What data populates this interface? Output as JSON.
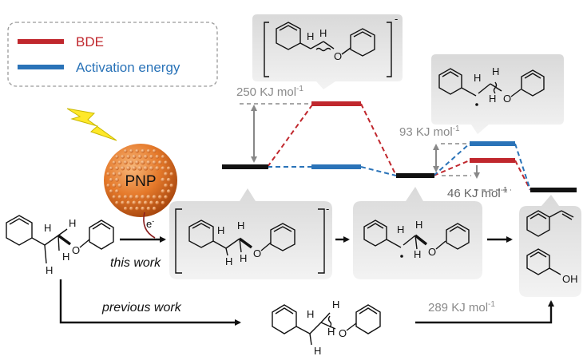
{
  "legend": {
    "items": [
      {
        "label": "BDE",
        "color": "#c0272d"
      },
      {
        "label": "Activation energy",
        "color": "#2a73b8"
      }
    ]
  },
  "energies": {
    "barrier_1": "250 KJ mol",
    "barrier_2": "93 KJ mol",
    "barrier_3": "46 KJ mol",
    "previous": "289 KJ mol",
    "superscript": "-1"
  },
  "labels": {
    "catalyst": "PNP",
    "electron": "e",
    "electron_sup": "-",
    "this_work": "this work",
    "previous_work": "previous work",
    "anion_charge": "-",
    "oxygen": "O",
    "hydrogen": "H",
    "hydroxyl": "OH"
  },
  "colors": {
    "bde": "#c0272d",
    "activation": "#2a73b8",
    "level": "#111111",
    "guide": "#8a8a8a",
    "bubble": "#e4e4e4",
    "catalyst": "#e5792a"
  }
}
